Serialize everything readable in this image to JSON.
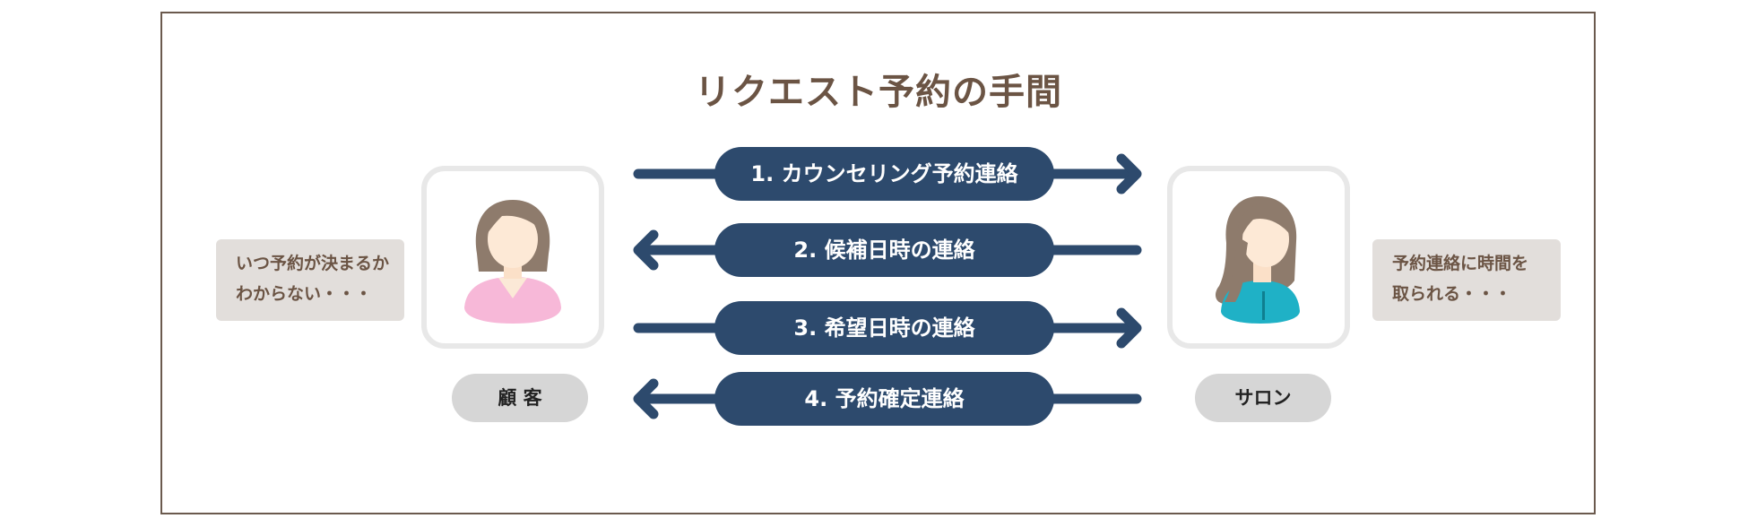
{
  "title": "リクエスト予約の手間",
  "colors": {
    "navy": "#2d4a6d",
    "brown": "#6b5444",
    "note_bg": "#e2dedb",
    "tag_bg": "#d6d6d6"
  },
  "customer": {
    "label": "顧 客",
    "icon": "woman-icon",
    "note_lines": [
      "いつ予約が決まるか",
      "わからない・・・"
    ]
  },
  "salon": {
    "label": "サロン",
    "icon": "stylist-icon",
    "note_lines": [
      "予約連絡に時間を",
      "取られる・・・"
    ]
  },
  "steps": [
    {
      "label": "1. カウンセリング予約連絡",
      "direction": "right"
    },
    {
      "label": "2. 候補日時の連絡",
      "direction": "left"
    },
    {
      "label": "3. 希望日時の連絡",
      "direction": "right"
    },
    {
      "label": "4. 予約確定連絡",
      "direction": "left"
    }
  ]
}
